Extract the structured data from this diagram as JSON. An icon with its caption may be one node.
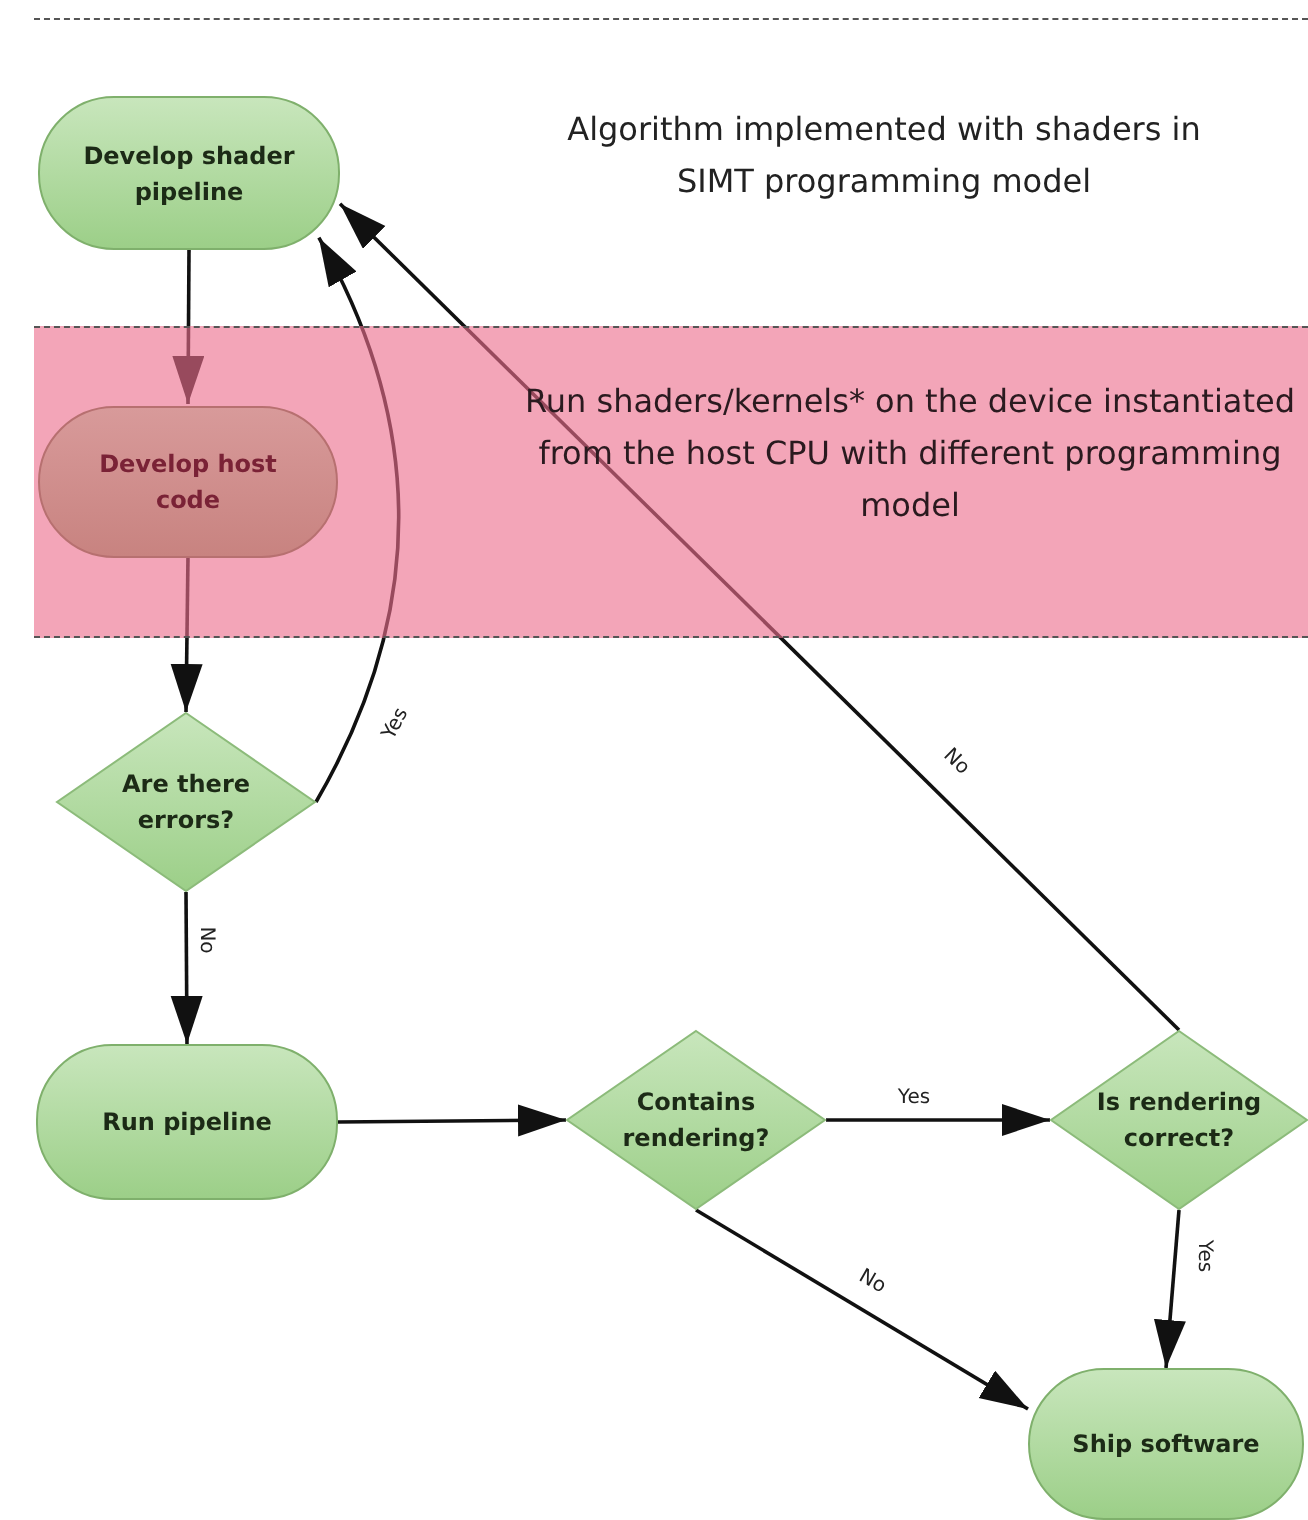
{
  "diagram": {
    "nodes": [
      {
        "text": [
          "Develop shader pipeline"
        ]
      },
      {
        "text": [
          "Run shaders/kernels* on the device instantiated from the host CPU with different programming model"
        ]
      },
      {
        "text": [
          "Develop host code"
        ],
        "in": 1
      },
      {
        "text": [
          "Are there errors?"
        ]
      },
      {
        "text": [
          "Run pipeline"
        ]
      },
      {
        "text": [
          "Contains rendering?"
        ]
      },
      {
        "text": [
          "Is rendering correct?"
        ]
      },
      {
        "text": [
          "Ship software"
        ]
      }
    ],
    "edges": [
      {
        "from": 0,
        "to": 2,
        "arrow": "to"
      },
      {
        "from": 2,
        "to": 3,
        "arrow": "to"
      },
      {
        "from": 3,
        "to": 0,
        "arrow": "to",
        "label": "Yes"
      },
      {
        "from": 3,
        "to": 4,
        "arrow": "to",
        "label": "No"
      },
      {
        "from": 4,
        "to": 5,
        "arrow": "to"
      },
      {
        "from": 5,
        "to": 6,
        "arrow": "to",
        "label": "Yes"
      },
      {
        "from": 5,
        "to": 7,
        "arrow": "to",
        "label": "No"
      },
      {
        "from": 6,
        "to": 7,
        "arrow": "to",
        "label": "Yes"
      },
      {
        "from": 6,
        "to": 0,
        "arrow": "to",
        "label": "No"
      }
    ],
    "labels": [
      "Algorithm implemented with shaders in SIMT programming model"
    ]
  }
}
